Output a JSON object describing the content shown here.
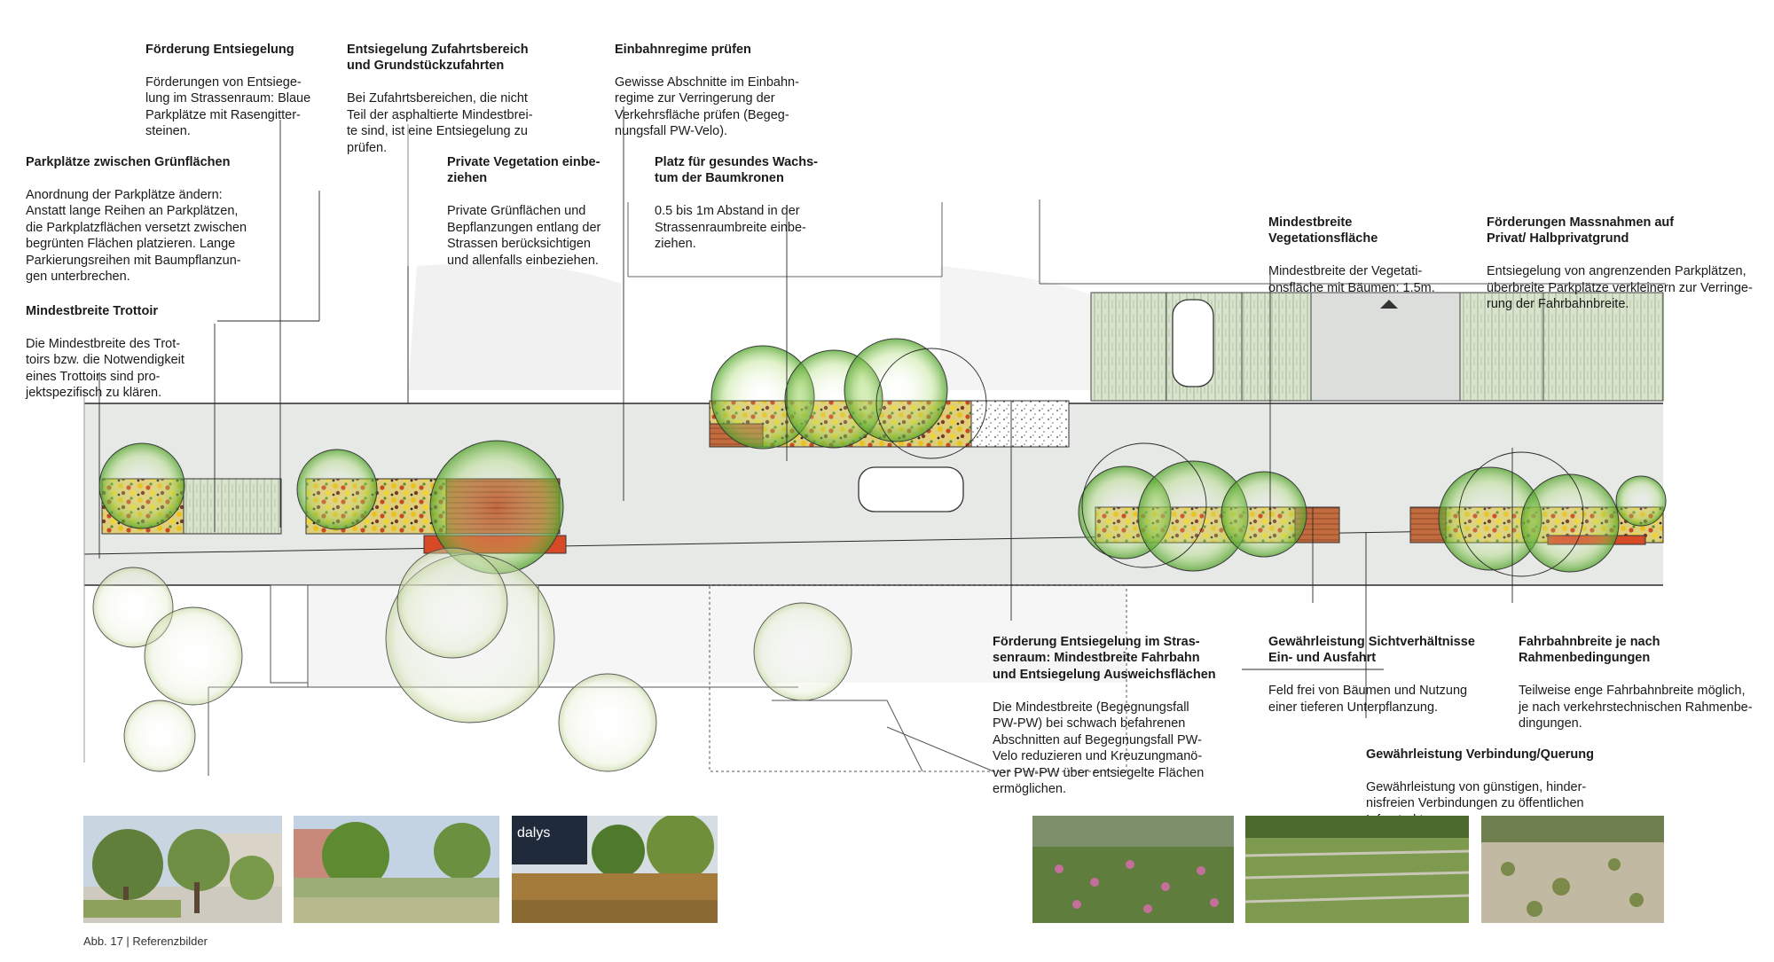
{
  "annotations": [
    {
      "id": "foerderung-entsiegelung",
      "title": "Förderung Entsiegelung",
      "body": "Förderungen von Entsiege-\nlung im Strassenraum: Blaue\nParkplätze mit Rasengitter-\nsteinen."
    },
    {
      "id": "entsiegelung-zufahrt",
      "title": "Entsiegelung Zufahrtsbereich\nund Grundstückzufahrten",
      "body": "Bei Zufahrtsbereichen, die nicht\nTeil der asphaltierte Mindestbrei-\nte sind, ist eine Entsiegelung zu\nprüfen."
    },
    {
      "id": "einbahnregime",
      "title": "Einbahnregime prüfen",
      "body": "Gewisse Abschnitte im Einbahn-\nregime zur Verringerung der\nVerkehrsfläche prüfen (Begeg-\nnungsfall PW-Velo)."
    },
    {
      "id": "parkplaetze-gruenflaechen",
      "title": "Parkplätze zwischen Grünflächen",
      "body": "Anordnung der Parkplätze ändern:\nAnstatt lange Reihen an Parkplätzen,\ndie Parkplatzflächen versetzt zwischen\nbegrünten Flächen platzieren. Lange\nParkierungsreihen mit Baumpflanzun-\ngen unterbrechen."
    },
    {
      "id": "private-vegetation",
      "title": "Private Vegetation einbe-\nziehen",
      "body": "Private Grünflächen und\nBepflanzungen entlang der\nStrassen berücksichtigen\nund allenfalls einbeziehen."
    },
    {
      "id": "platz-wachstum",
      "title": "Platz für gesundes Wachs-\ntum der Baumkronen",
      "body": "0.5 bis 1m Abstand in der\nStrassenraumbreite einbe-\nziehen."
    },
    {
      "id": "mindestbreite-trottoir",
      "title": "Mindestbreite Trottoir",
      "body": "Die Mindestbreite des Trot-\ntoirs bzw. die Notwendigkeit\neines Trottoirs sind pro-\njektspezifisch zu klären."
    },
    {
      "id": "mindestbreite-vegetation",
      "title": "Mindestbreite\nVegetationsfläche",
      "body": "Mindestbreite der Vegetati-\nonsfläche mit Bäumen: 1.5m."
    },
    {
      "id": "foerderung-massnahmen",
      "title": "Förderungen Massnahmen auf\nPrivat/ Halbprivatgrund",
      "body": "Entsiegelung von angrenzenden Parkplätzen,\nüberbreite Parkplätze verkleinern zur Verringe-\nrung der Fahrbahnbreite."
    },
    {
      "id": "foerderung-strassenraum",
      "title": "Förderung Entsiegelung im Stras-\nsenraum:  Mindestbreite Fahrbahn\nund Entsiegelung Ausweichsflächen",
      "body": "Die Mindestbreite (Begegnungsfall\nPW-PW) bei schwach befahrenen\nAbschnitten auf Begegnungsfall PW-\nVelo reduzieren und Kreuzungmanö-\nver PW-PW über entsiegelte Flächen\nermöglichen."
    },
    {
      "id": "sichtverhaeltnisse",
      "title": "Gewährleistung Sichtverhältnisse\nEin- und Ausfahrt",
      "body": "Feld frei von Bäumen und Nutzung\neiner tieferen Unterpflanzung."
    },
    {
      "id": "fahrbahnbreite",
      "title": "Fahrbahnbreite je nach\nRahmenbedingungen",
      "body": "Teilweise enge Fahrbahnbreite möglich,\nje nach verkehrstechnischen Rahmenbe-\ndingungen."
    },
    {
      "id": "verbindung-querung",
      "title": "Gewährleistung Verbindung/Querung",
      "body": "Gewährleistung von günstigen, hinder-\nnisfreien Verbindungen zu öffentlichen\nInfrastrukturen."
    }
  ],
  "photos": {
    "storefront_sign": "dalys"
  },
  "caption": "Abb. 17 | Referenzbilder",
  "colors": {
    "road": "#e6e8e6",
    "ink": "#2a2a2a",
    "green": "#7fbf3f",
    "yellow": "#e9c21d",
    "red": "#d4462a",
    "wood": "#b8643a"
  }
}
